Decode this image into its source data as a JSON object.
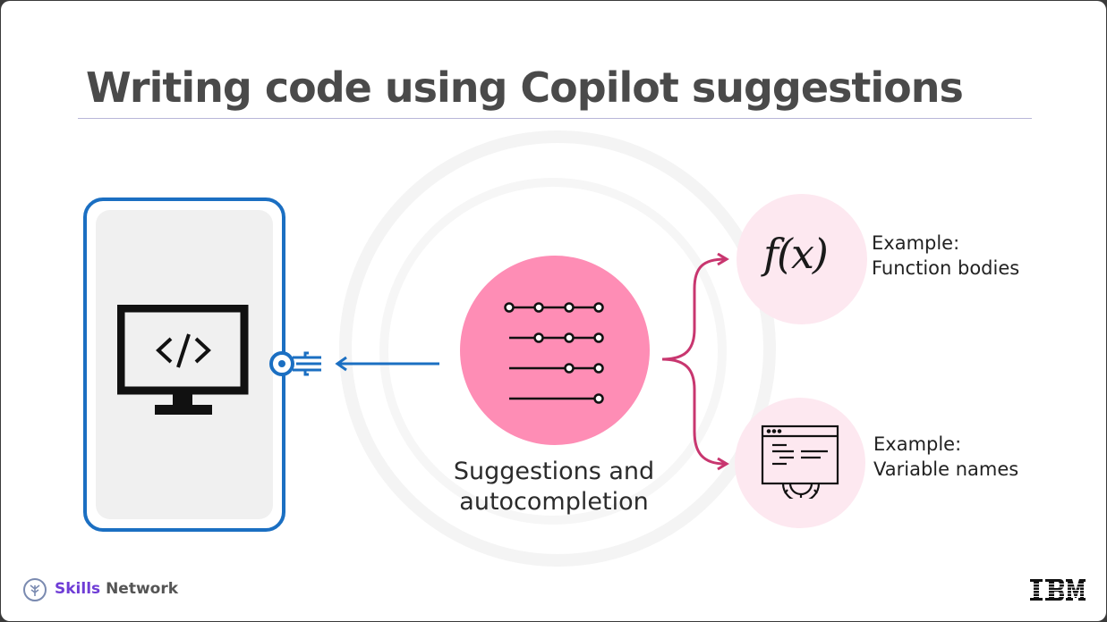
{
  "slide": {
    "title": "Writing code using Copilot suggestions"
  },
  "center": {
    "label_line1": "Suggestions and",
    "label_line2": "autocompletion"
  },
  "examples": [
    {
      "heading": "Example:",
      "text": "Function bodies",
      "icon": "function-icon",
      "symbol": "f(x)"
    },
    {
      "heading": "Example:",
      "text": "Variable names",
      "icon": "code-settings-icon"
    }
  ],
  "footer": {
    "brand_accent": "Skills",
    "brand_rest": " Network",
    "corporate_logo": "IBM"
  },
  "colors": {
    "device_border": "#1b6fc2",
    "center_circle": "#fe8db5",
    "example_circle": "#fde8f0",
    "brace": "#c8366f",
    "brand_accent": "#6f3dd6"
  }
}
